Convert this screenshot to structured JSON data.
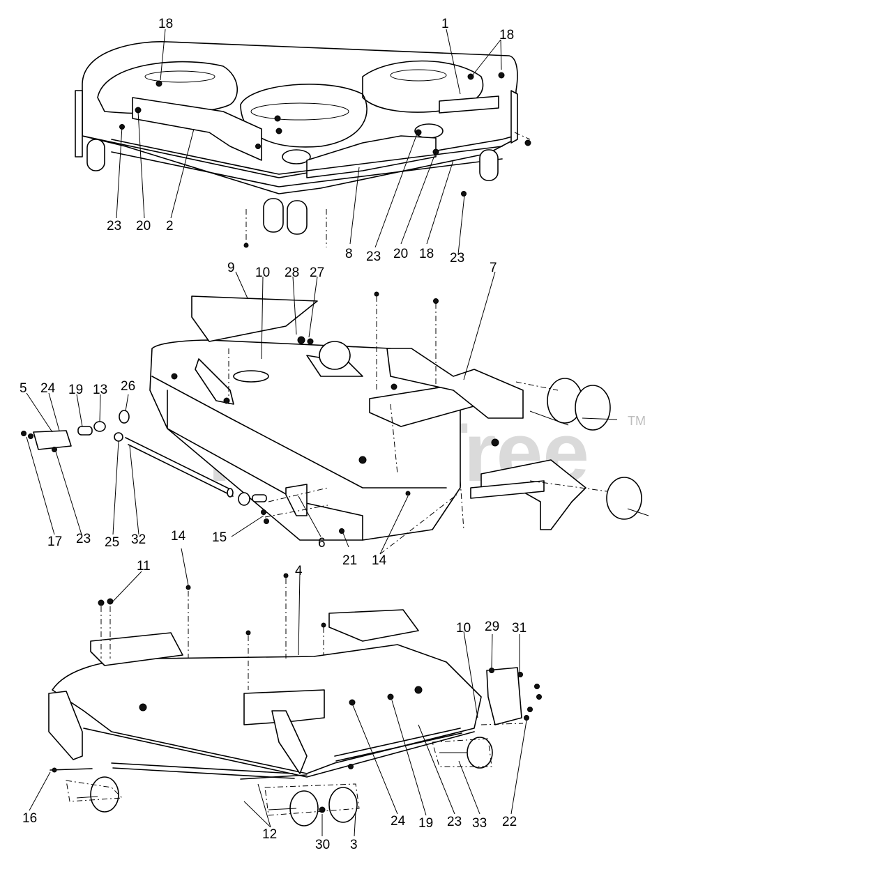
{
  "watermark": {
    "text": "PartsTree",
    "trademark": "TM"
  },
  "callouts": {
    "top": [
      "18",
      "1",
      "18",
      "23",
      "20",
      "2",
      "8",
      "23",
      "20",
      "18",
      "23"
    ],
    "middle": [
      "9",
      "10",
      "28",
      "27",
      "7",
      "5",
      "24",
      "19",
      "13",
      "26",
      "17",
      "23",
      "25",
      "32",
      "15",
      "6",
      "21",
      "14"
    ],
    "bottom": [
      "14",
      "11",
      "4",
      "10",
      "29",
      "31",
      "16",
      "12",
      "30",
      "3",
      "24",
      "19",
      "23",
      "33",
      "22"
    ]
  }
}
